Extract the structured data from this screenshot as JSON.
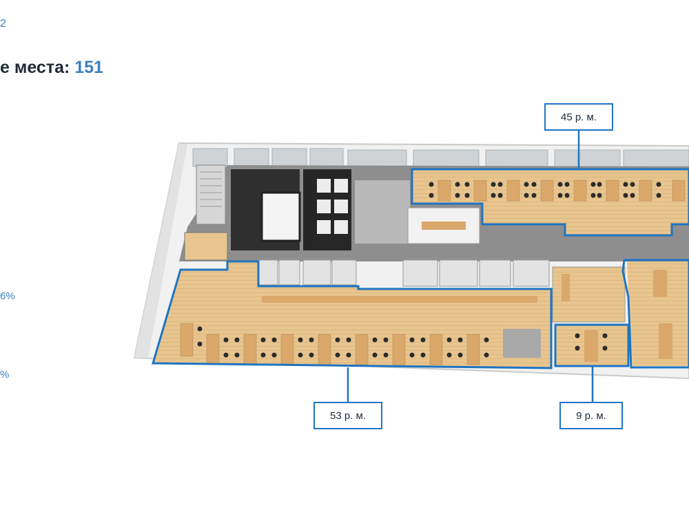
{
  "header": {
    "top_fragment": "2",
    "title_prefix": "е места: ",
    "title_number": "151",
    "left_fragment_1": "6%",
    "left_fragment_2": "%"
  },
  "zones": [
    {
      "label": "45 р. м."
    },
    {
      "label": "53 р. м."
    },
    {
      "label": "9 р. м."
    }
  ],
  "colors": {
    "accent_blue": "#1e74c2",
    "text_blue": "#3a7fc0",
    "wood_floor": "#e8c58f",
    "gray_floor": "#8e8e8e"
  }
}
